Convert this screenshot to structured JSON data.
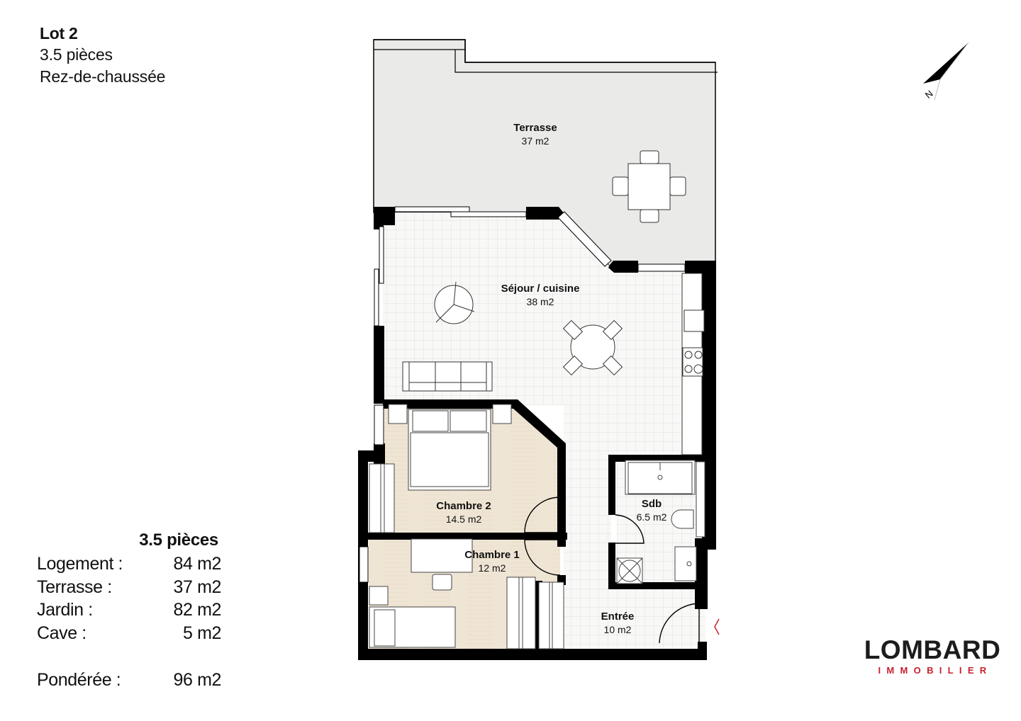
{
  "header": {
    "lot": "Lot 2",
    "rooms": "3.5 pièces",
    "floor": "Rez-de-chaussée"
  },
  "summary": {
    "title": "3.5 pièces",
    "rows": [
      {
        "label": "Logement :",
        "value": "84 m2"
      },
      {
        "label": "Terrasse :",
        "value": "37 m2"
      },
      {
        "label": "Jardin :",
        "value": "82 m2"
      },
      {
        "label": "Cave :",
        "value": "5 m2"
      }
    ],
    "weighted": {
      "label": "Pondérée :",
      "value": "96 m2"
    }
  },
  "plan": {
    "rooms": [
      {
        "id": "terrasse",
        "name": "Terrasse",
        "area": "37 m2"
      },
      {
        "id": "sejour",
        "name": "Séjour / cuisine",
        "area": "38 m2"
      },
      {
        "id": "chambre2",
        "name": "Chambre 2",
        "area": "14.5 m2"
      },
      {
        "id": "chambre1",
        "name": "Chambre 1",
        "area": "12 m2"
      },
      {
        "id": "sdb",
        "name": "Sdb",
        "area": "6.5 m2"
      },
      {
        "id": "entree",
        "name": "Entrée",
        "area": "10 m2"
      }
    ],
    "icons": {
      "compass": "north-arrow-icon",
      "entrance": "entrance-marker-icon"
    },
    "compass_label": "N"
  },
  "logo": {
    "brand": "LOMBARD",
    "sub": "IMMOBILIER",
    "accent": "#c8202e"
  },
  "colors": {
    "wall": "#000000",
    "terrace": "#ebebea",
    "tile": "#f7f7f6",
    "tile_grid": "#dcdcdc",
    "wood": "#efe6d6"
  }
}
